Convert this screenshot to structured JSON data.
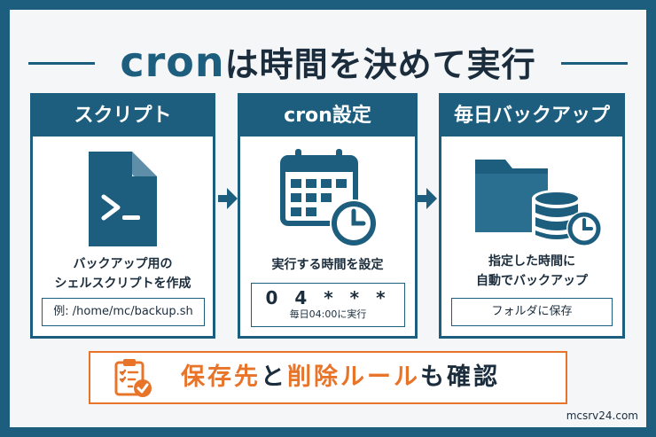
{
  "title": {
    "highlight": "cron",
    "rest": "は時間を決めて実行"
  },
  "cards": [
    {
      "header": "スクリプト",
      "text_lines": [
        "バックアップ用の",
        "シェルスクリプトを作成"
      ],
      "box": "例: /home/mc/backup.sh",
      "icon": "script-file-icon"
    },
    {
      "header": "cron設定",
      "text_lines": [
        "実行する時間を設定"
      ],
      "cron_expression": "0 4 * * *",
      "cron_description": "毎日04:00に実行",
      "icon": "calendar-clock-icon"
    },
    {
      "header": "毎日バックアップ",
      "text_lines": [
        "指定した時間に",
        "自動でバックアップ"
      ],
      "box": "フォルダに保存",
      "icon": "folder-database-clock-icon"
    }
  ],
  "banner": {
    "part1": "保存先",
    "part2": "と",
    "part3": "削除ルール",
    "part4": "も確認",
    "icon": "clipboard-check-icon"
  },
  "credit": "mcsrv24.com",
  "colors": {
    "primary": "#1d5e7e",
    "accent": "#e8742a",
    "text": "#1b2d3c",
    "background": "#f4f6f8"
  }
}
